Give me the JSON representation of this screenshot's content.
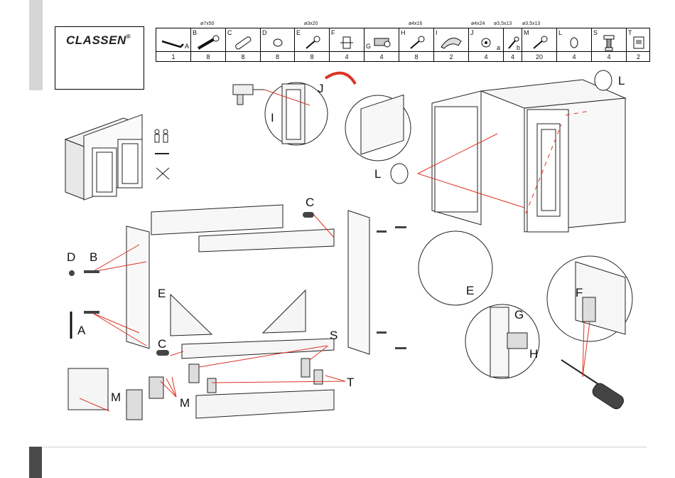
{
  "brand": {
    "logo_text": "CLASSEN",
    "registered_mark": "®"
  },
  "parts": [
    {
      "letter": "A",
      "icon": "allen-key-icon",
      "qty": "1"
    },
    {
      "letter": "B",
      "icon": "confirmat-screw-icon",
      "qty": "8"
    },
    {
      "letter": "C",
      "icon": "wooden-dowel-icon",
      "qty": "8"
    },
    {
      "letter": "D",
      "icon": "cover-cap-icon",
      "qty": "8"
    },
    {
      "letter": "E",
      "icon": "screw-icon",
      "qty": "8"
    },
    {
      "letter": "F",
      "icon": "shelf-bracket-icon",
      "qty": "4"
    },
    {
      "letter": "G",
      "icon": "hinge-icon",
      "qty": "4"
    },
    {
      "letter": "H",
      "icon": "screw-icon",
      "qty": "8"
    },
    {
      "letter": "I",
      "icon": "handle-icon",
      "qty": "2"
    },
    {
      "letter": "J",
      "icon": "screw-icon",
      "qty": "4"
    },
    {
      "letter": "",
      "icon": "screw-icon",
      "qty": "4"
    },
    {
      "letter": "M",
      "icon": "screw-icon",
      "qty": "20"
    },
    {
      "letter": "L",
      "icon": "bumper-pad-icon",
      "qty": "4"
    },
    {
      "letter": "S",
      "icon": "adjustable-leg-icon",
      "qty": "4"
    },
    {
      "letter": "T",
      "icon": "plinth-clip-icon",
      "qty": "2"
    }
  ],
  "dimensions": {
    "b": "ø7x50",
    "e": "ø3x20",
    "h": "ø4x16",
    "ja": "ø4x24",
    "jb": "ø3,5x13",
    "m": "ø3,5x13"
  },
  "sub_labels": {
    "a": "a",
    "b": "b"
  },
  "callouts": {
    "A": "A",
    "B": "B",
    "C1": "C",
    "C2": "C",
    "D": "D",
    "E1": "E",
    "E2": "E",
    "F": "F",
    "G": "G",
    "H": "H",
    "I": "I",
    "J": "J",
    "L1": "L",
    "L2": "L",
    "M1": "M",
    "M2": "M",
    "S": "S",
    "T": "T"
  }
}
